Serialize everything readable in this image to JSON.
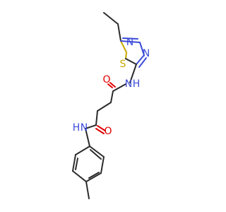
{
  "atoms": {
    "s1": "S",
    "n_thiadiazole_1": "N",
    "n_thiadiazole_2": "N",
    "n_amide_top": "N",
    "h_amide_top": "H",
    "o_top": "O",
    "o_bottom": "O",
    "n_amide_bottom": "N",
    "h_amide_bottom": "H"
  },
  "colors": {
    "carbon_bond": "#2b2b2b",
    "nitrogen": "#3b4bd8",
    "oxygen": "#e00000",
    "sulfur": "#c9a800",
    "background": "#ffffff"
  }
}
